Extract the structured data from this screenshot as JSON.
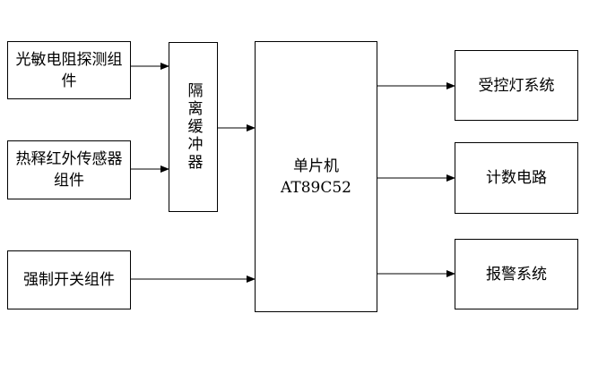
{
  "inputs": {
    "light_sensor": "光敏电阻探测组件",
    "pir_sensor": "热释红外传感器组件",
    "force_switch": "强制开关组件"
  },
  "buffer": "隔离缓冲器",
  "mcu": {
    "line1": "单片机",
    "line2": "AT89C52"
  },
  "outputs": {
    "controlled_light": "受控灯系统",
    "counter": "计数电路",
    "alarm": "报警系统"
  }
}
